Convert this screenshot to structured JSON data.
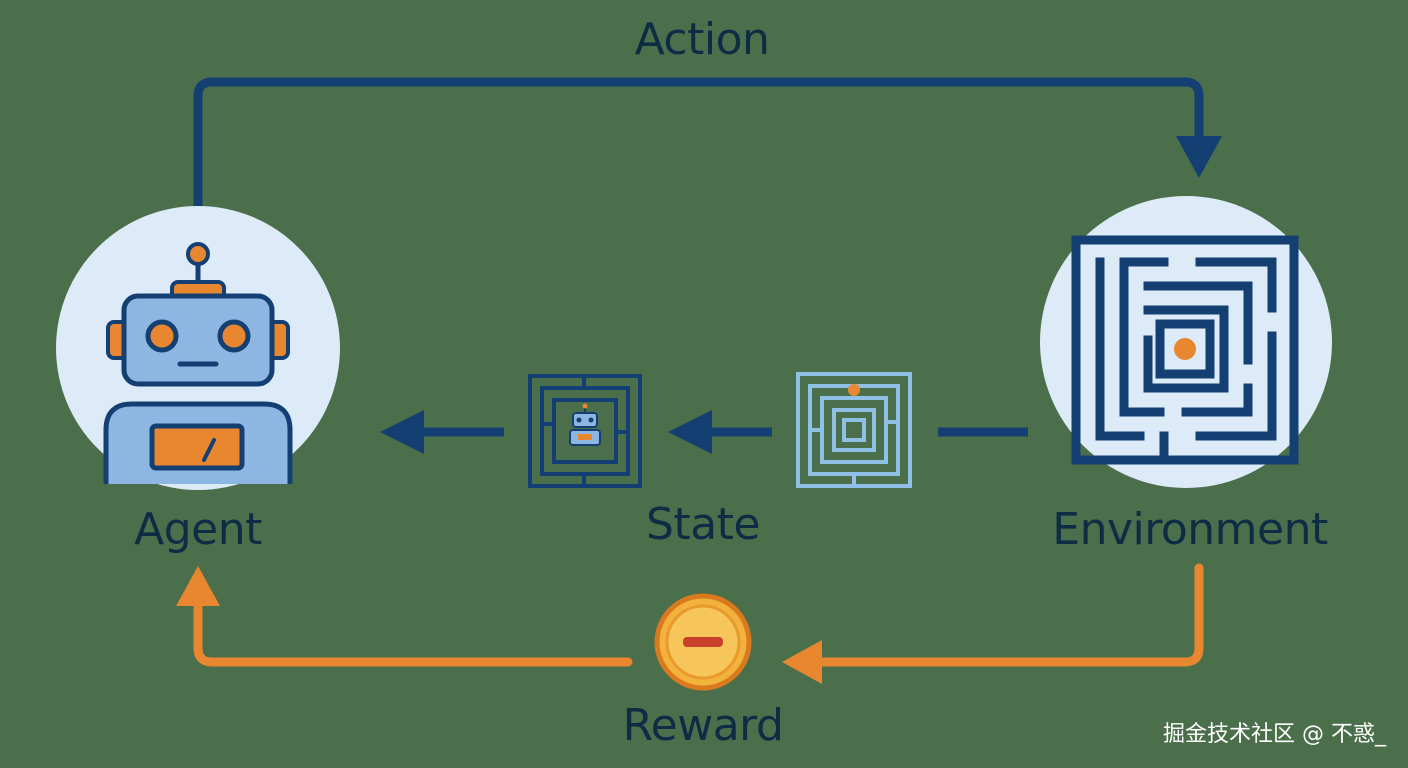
{
  "labels": {
    "action": "Action",
    "agent": "Agent",
    "state": "State",
    "environment": "Environment",
    "reward": "Reward"
  },
  "watermark": "掘金技术社区 @ 不惑_",
  "colors": {
    "background": "#4b6f4b",
    "action_arrow": "#143f73",
    "reward_arrow": "#e8872f",
    "circle_fill": "#dcebf7",
    "robot_blue": "#8db6e3",
    "accent_orange": "#e8872f",
    "coin": "#f2b23c",
    "coin_minus": "#c9412b",
    "label_text": "#0f2c45"
  },
  "icons": {
    "agent": "robot-icon",
    "environment": "maze-icon",
    "state_before": "maze-with-robot-icon",
    "state_after": "maze-light-icon",
    "reward": "negative-coin-icon"
  }
}
